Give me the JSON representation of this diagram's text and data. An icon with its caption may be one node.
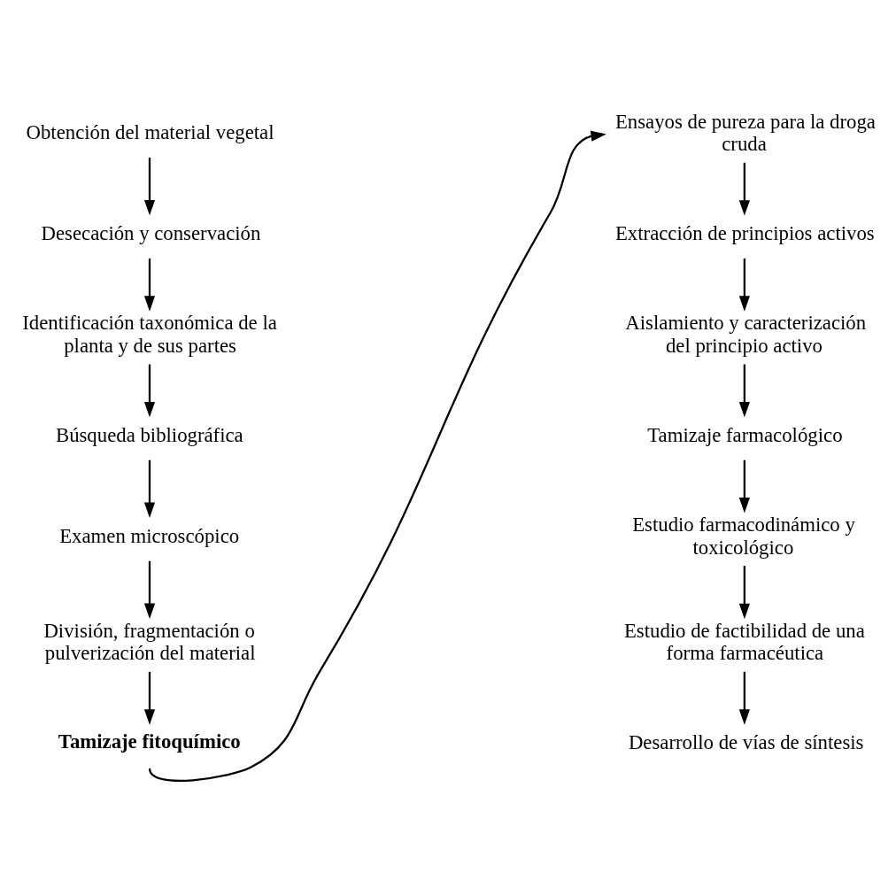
{
  "diagram": {
    "nodes": [
      {
        "text": [
          "Obtención del material vegetal"
        ]
      },
      {
        "text": [
          "Desecación y conservación"
        ]
      },
      {
        "text": [
          "Identificación taxonómica de la planta y de sus partes"
        ]
      },
      {
        "text": [
          "Búsqueda bibliográfica"
        ]
      },
      {
        "text": [
          "Examen microscópico"
        ]
      },
      {
        "text": [
          "División, fragmentación o pulverización del material"
        ]
      },
      {
        "text": [
          "Tamizaje fitoquímico"
        ]
      },
      {
        "text": [
          "Ensayos de pureza para la droga cruda"
        ]
      },
      {
        "text": [
          "Extracción de principios activos"
        ]
      },
      {
        "text": [
          "Aislamiento y caracterización del principio activo"
        ]
      },
      {
        "text": [
          "Tamizaje farmacológico"
        ]
      },
      {
        "text": [
          "Estudio farmacodinámico y toxicológico"
        ]
      },
      {
        "text": [
          "Estudio de factibilidad de una forma farmacéutica"
        ]
      },
      {
        "text": [
          "Desarrollo de vías de síntesis"
        ]
      }
    ],
    "edges": [
      {
        "from": 0,
        "to": 1,
        "arrow": "to"
      },
      {
        "from": 1,
        "to": 2,
        "arrow": "to"
      },
      {
        "from": 2,
        "to": 3,
        "arrow": "to"
      },
      {
        "from": 3,
        "to": 4,
        "arrow": "to"
      },
      {
        "from": 4,
        "to": 5,
        "arrow": "to"
      },
      {
        "from": 5,
        "to": 6,
        "arrow": "to"
      },
      {
        "from": 6,
        "to": 7,
        "arrow": "to"
      },
      {
        "from": 7,
        "to": 8,
        "arrow": "to"
      },
      {
        "from": 8,
        "to": 9,
        "arrow": "to"
      },
      {
        "from": 9,
        "to": 10,
        "arrow": "to"
      },
      {
        "from": 10,
        "to": 11,
        "arrow": "to"
      },
      {
        "from": 11,
        "to": 12,
        "arrow": "to"
      },
      {
        "from": 12,
        "to": 13,
        "arrow": "to"
      }
    ]
  }
}
